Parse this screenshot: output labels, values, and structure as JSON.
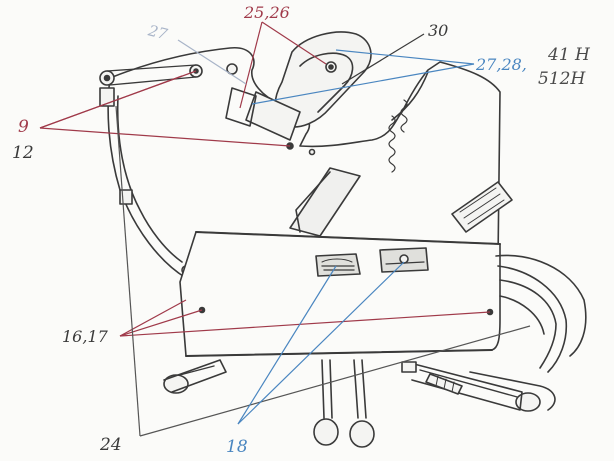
{
  "callouts": {
    "c27_faint": "27",
    "c25_26": "25,26",
    "c30": "30",
    "c27_28": "27,28,",
    "c9": "9",
    "c12": "12",
    "c16_17": "16,17",
    "c18": "18",
    "c24": "24"
  },
  "corner_note": {
    "line1": "41 H",
    "line2": "512H"
  },
  "colors": {
    "ink": "#3a3a3a",
    "pencil": "#5a5a5a",
    "red_ink": "#a03a4a",
    "blue_ink": "#4a86c0",
    "faint_ink": "#a8b4c8",
    "paper": "#fbfbf9"
  }
}
